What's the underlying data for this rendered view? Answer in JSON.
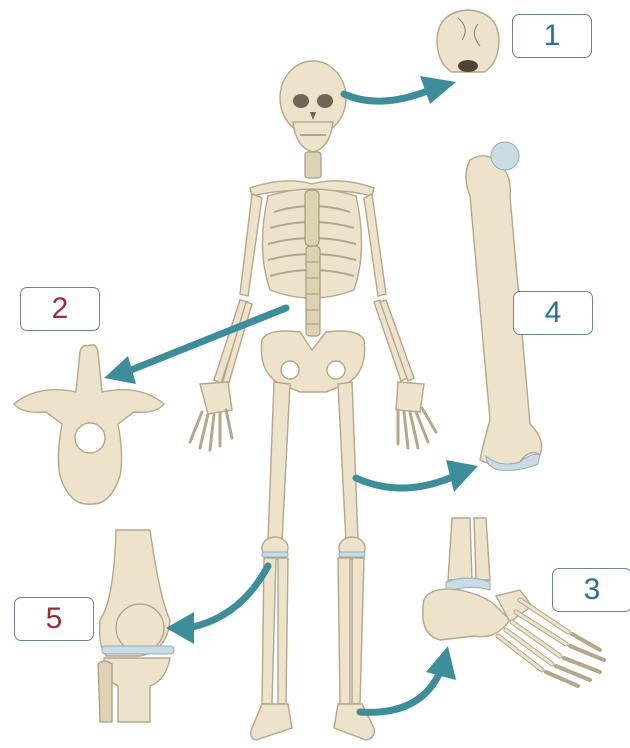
{
  "labels": [
    {
      "key": "skull",
      "number": "1",
      "color": "#2a6f96"
    },
    {
      "key": "vertebra",
      "number": "2",
      "color": "#9e2e32"
    },
    {
      "key": "foot",
      "number": "3",
      "color": "#2a6f96"
    },
    {
      "key": "femur",
      "number": "4",
      "color": "#2a6f96"
    },
    {
      "key": "knee",
      "number": "5",
      "color": "#9e2e32"
    }
  ],
  "colors": {
    "bone": "#ece3ca",
    "bone_outline": "#b5a78a",
    "cartilage": "#c9dce6",
    "arrow": "#3c8f9a",
    "box_border": "#6b8796"
  },
  "icons": [
    "skull-icon",
    "vertebra-icon",
    "femur-icon",
    "knee-joint-icon",
    "foot-bones-icon",
    "skeleton-figure"
  ]
}
